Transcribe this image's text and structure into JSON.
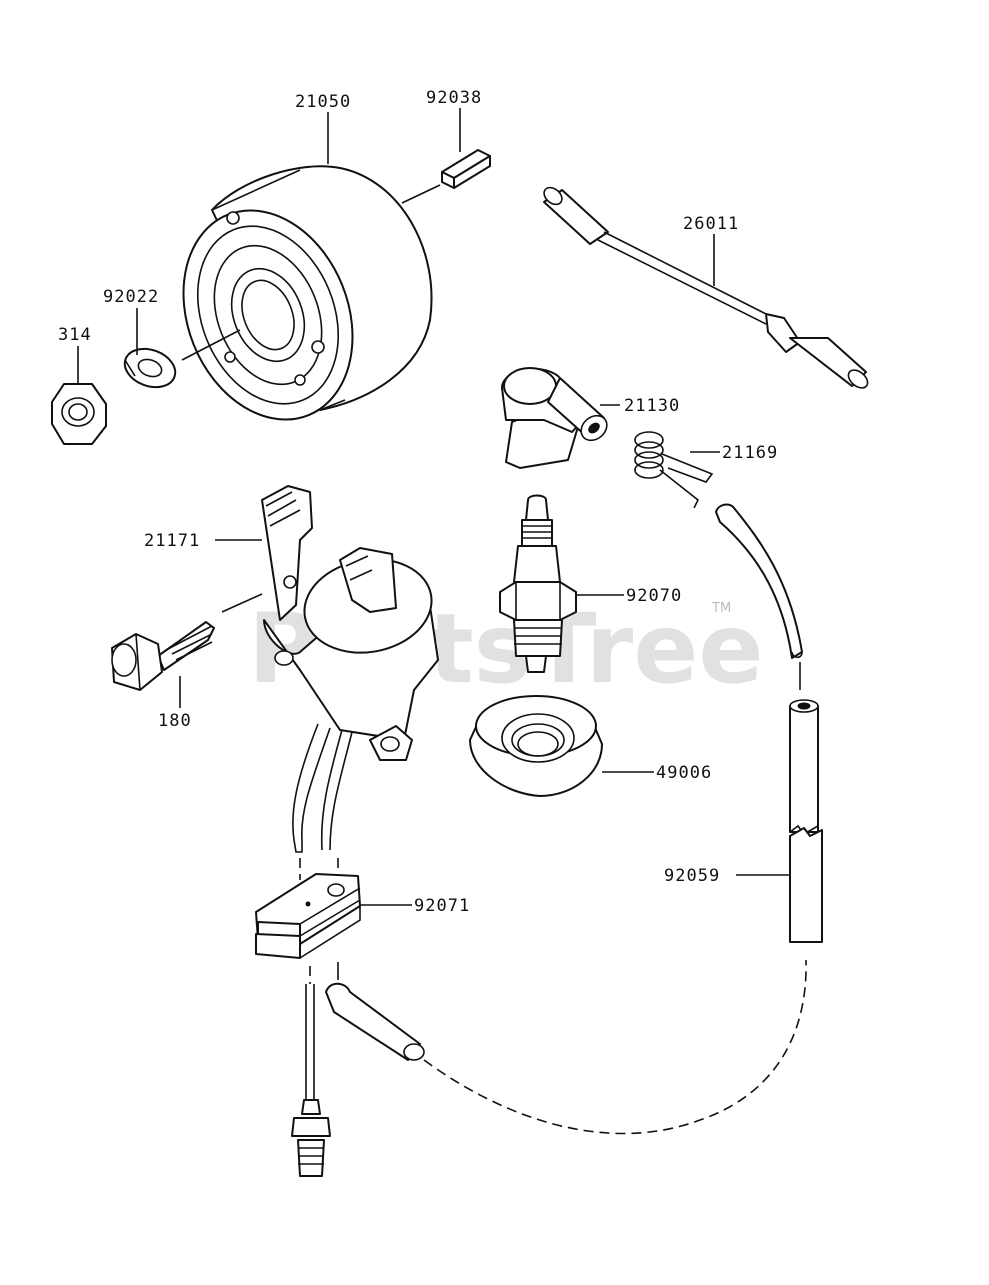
{
  "watermark": {
    "text": "PartsTree",
    "tm": "TM"
  },
  "parts": {
    "p21050": "21050",
    "p92038": "92038",
    "p26011": "26011",
    "p92022": "92022",
    "p314": "314",
    "p21130": "21130",
    "p21169": "21169",
    "p21171": "21171",
    "p92070": "92070",
    "p180": "180",
    "p49006": "49006",
    "p92059": "92059",
    "p92071": "92071"
  }
}
